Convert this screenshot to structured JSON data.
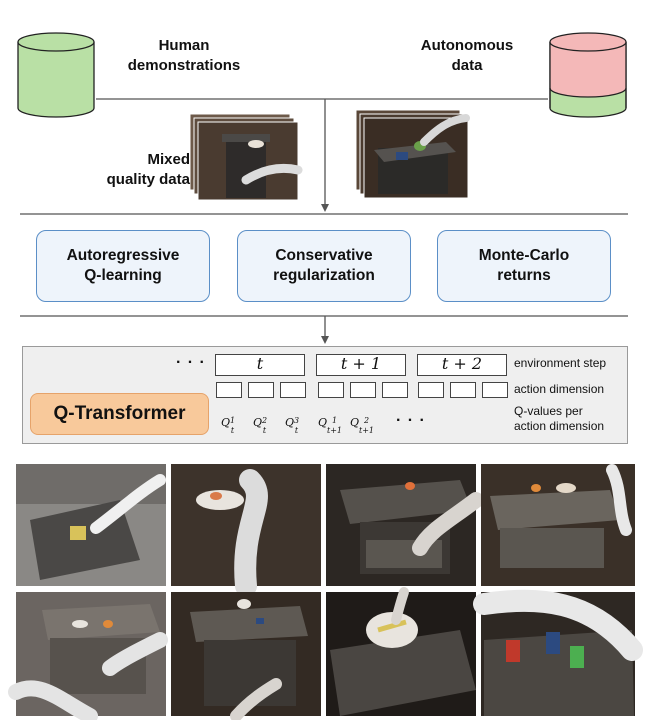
{
  "sources": {
    "human_label": "Human\ndemonstrations",
    "autonomous_label": "Autonomous\ndata",
    "mixed_label": "Mixed\nquality data"
  },
  "methods": [
    {
      "label": "Autoregressive\nQ-learning"
    },
    {
      "label": "Conservative\nregularization"
    },
    {
      "label": "Monte-Carlo\nreturns"
    }
  ],
  "model": {
    "name": "Q-Transformer",
    "ellipsis_left": "· · ·",
    "ellipsis_right": "· · ·",
    "steps": [
      "t",
      "t + 1",
      "t + 2"
    ],
    "q_values": [
      {
        "base": "Q",
        "sup": "1",
        "sub": "t"
      },
      {
        "base": "Q",
        "sup": "2",
        "sub": "t"
      },
      {
        "base": "Q",
        "sup": "3",
        "sub": "t"
      },
      {
        "base": "Q",
        "sup": "1",
        "sub": "t+1"
      },
      {
        "base": "Q",
        "sup": "2",
        "sub": "t+1"
      }
    ],
    "legend": {
      "environment_step": "environment step",
      "action_dimension": "action dimension",
      "q_values": "Q-values per\naction dimension"
    }
  },
  "colors": {
    "db_green": "#b9e0a5",
    "db_red": "#f4b8b8",
    "box_border": "#5b8fc7",
    "box_fill": "#eef4fb",
    "qt_fill": "#f8c99b"
  }
}
